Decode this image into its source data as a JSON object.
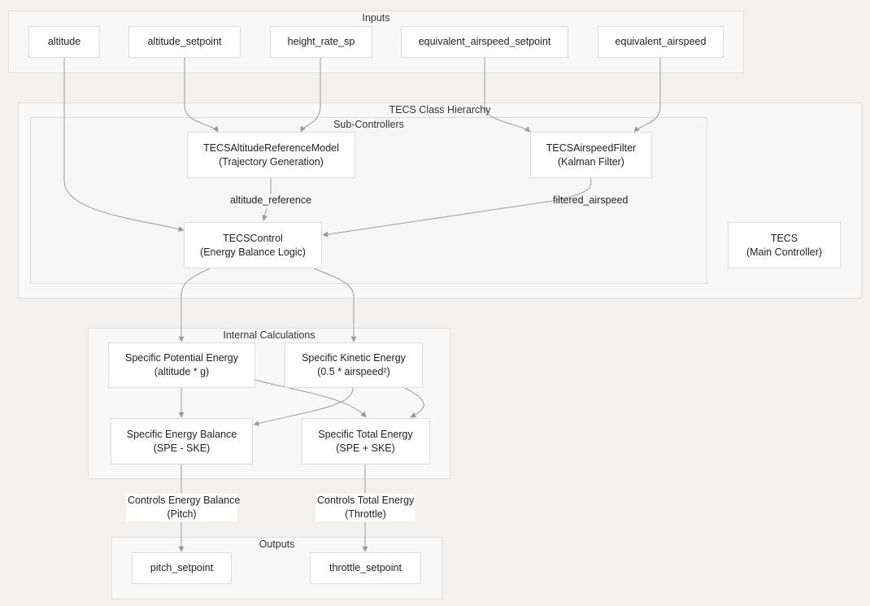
{
  "clusters": {
    "inputs": "Inputs",
    "tecs_hierarchy": "TECS Class Hierarchy",
    "sub_controllers": "Sub-Controllers",
    "internal": "Internal Calculations",
    "outputs": "Outputs"
  },
  "nodes": {
    "altitude": {
      "line1": "altitude",
      "line2": ""
    },
    "altitude_setpoint": {
      "line1": "altitude_setpoint",
      "line2": ""
    },
    "height_rate_sp": {
      "line1": "height_rate_sp",
      "line2": ""
    },
    "eas_setpoint": {
      "line1": "equivalent_airspeed_setpoint",
      "line2": ""
    },
    "eas": {
      "line1": "equivalent_airspeed",
      "line2": ""
    },
    "alt_ref_model": {
      "line1": "TECSAltitudeReferenceModel",
      "line2": "(Trajectory Generation)"
    },
    "airspeed_filter": {
      "line1": "TECSAirspeedFilter",
      "line2": "(Kalman Filter)"
    },
    "tecs_control": {
      "line1": "TECSControl",
      "line2": "(Energy Balance Logic)"
    },
    "tecs": {
      "line1": "TECS",
      "line2": "(Main Controller)"
    },
    "spe": {
      "line1": "Specific Potential Energy",
      "line2": "(altitude * g)"
    },
    "ske": {
      "line1": "Specific Kinetic Energy",
      "line2": "(0.5 * airspeed²)"
    },
    "seb": {
      "line1": "Specific Energy Balance",
      "line2": "(SPE - SKE)"
    },
    "ste": {
      "line1": "Specific Total Energy",
      "line2": "(SPE + SKE)"
    },
    "pitch_setpoint": {
      "line1": "pitch_setpoint",
      "line2": ""
    },
    "throttle_setpoint": {
      "line1": "throttle_setpoint",
      "line2": ""
    }
  },
  "edge_labels": {
    "altitude_reference": "altitude_reference",
    "filtered_airspeed": "filtered_airspeed",
    "controls_energy_balance": {
      "line1": "Controls Energy Balance",
      "line2": "(Pitch)"
    },
    "controls_total_energy": {
      "line1": "Controls Total Energy",
      "line2": "(Throttle)"
    }
  }
}
